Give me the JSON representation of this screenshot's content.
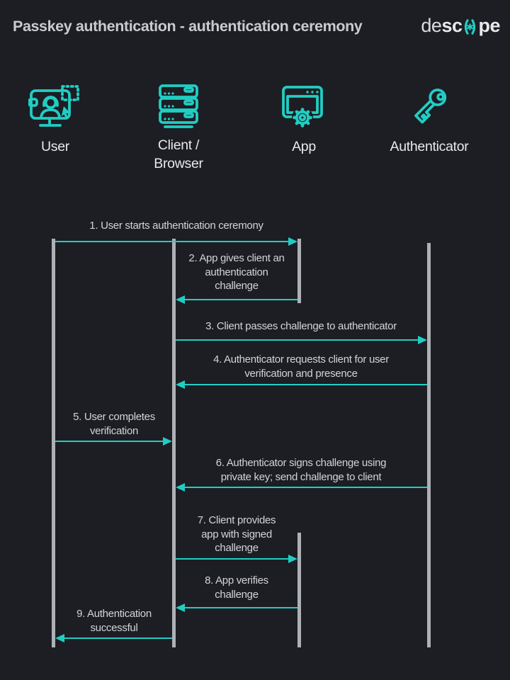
{
  "header": {
    "title": "Passkey authentication - authentication ceremony",
    "logo": {
      "de": "de",
      "sc": "sc",
      "pe": "pe",
      "icon": "descope-o-spark-icon"
    }
  },
  "colors": {
    "background": "#1c1e23",
    "accent": "#21cdc3",
    "lifeline": "#adb0b5",
    "text": "#d2d4d7",
    "title": "#c9cbce",
    "label": "#e7e8ea"
  },
  "actors": [
    {
      "id": "user",
      "label": "User",
      "icon": "monitor-user-icon"
    },
    {
      "id": "client",
      "label": "Client /\nBrowser",
      "icon": "server-stack-icon"
    },
    {
      "id": "app",
      "label": "App",
      "icon": "app-window-gear-icon"
    },
    {
      "id": "authenticator",
      "label": "Authenticator",
      "icon": "key-icon"
    }
  ],
  "messages": [
    {
      "step": 1,
      "from": "user",
      "to": "app",
      "direction": "right",
      "text": "1. User starts authentication ceremony"
    },
    {
      "step": 2,
      "from": "app",
      "to": "client",
      "direction": "left",
      "text": "2. App gives client an\nauthentication\nchallenge"
    },
    {
      "step": 3,
      "from": "client",
      "to": "authenticator",
      "direction": "right",
      "text": "3. Client passes challenge to authenticator"
    },
    {
      "step": 4,
      "from": "authenticator",
      "to": "client",
      "direction": "left",
      "text": "4. Authenticator requests client for user\nverification and presence"
    },
    {
      "step": 5,
      "from": "user",
      "to": "client",
      "direction": "right",
      "text": "5. User completes\nverification"
    },
    {
      "step": 6,
      "from": "authenticator",
      "to": "client",
      "direction": "left",
      "text": "6. Authenticator signs challenge using\nprivate key; send challenge to client"
    },
    {
      "step": 7,
      "from": "client",
      "to": "app",
      "direction": "right",
      "text": "7. Client provides\napp with signed\nchallenge"
    },
    {
      "step": 8,
      "from": "app",
      "to": "client",
      "direction": "left",
      "text": "8. App verifies\nchallenge"
    },
    {
      "step": 9,
      "from": "client",
      "to": "user",
      "direction": "left",
      "text": "9. Authentication\nsuccessful"
    }
  ]
}
